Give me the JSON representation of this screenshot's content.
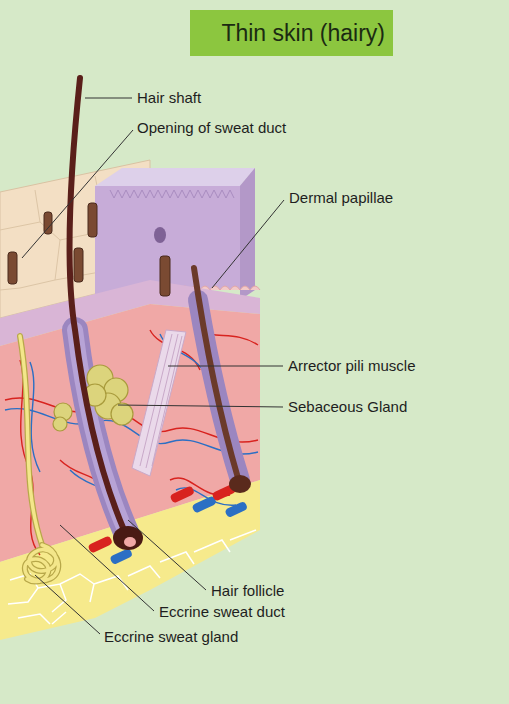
{
  "diagram": {
    "title": "Thin skin (hairy)",
    "labels": [
      "Hair shaft",
      "Opening of sweat duct",
      "Dermal papillae",
      "Arrector pili muscle",
      "Sebaceous Gland",
      "Hair follicle",
      "Eccrine sweat duct",
      "Eccrine sweat gland"
    ]
  }
}
